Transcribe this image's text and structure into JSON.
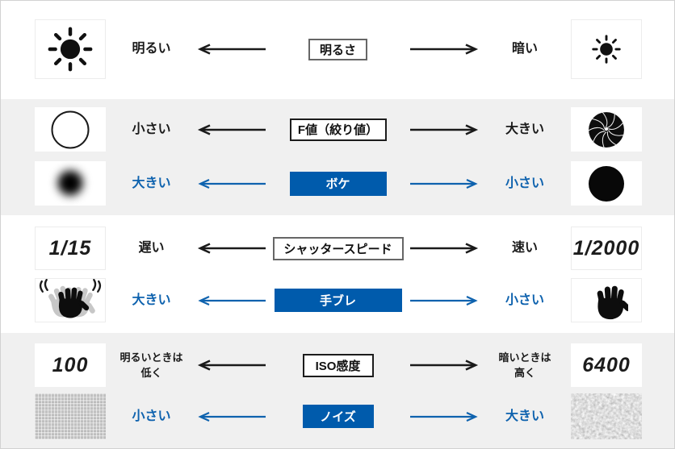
{
  "colors": {
    "accent_blue_box": "#005BAC",
    "blue_arrow_text": "#0E62AE",
    "band_gray": "#F0F0F0",
    "black": "#1A1A1A"
  },
  "rows": [
    {
      "topic": "明るさ",
      "left_term": "明るい",
      "right_term": "暗い",
      "left_icon": "sun-large-icon",
      "right_icon": "sun-small-icon"
    },
    {
      "topic": "F値（絞り値）",
      "left_term": "小さい",
      "right_term": "大きい",
      "left_icon": "open-circle-icon",
      "right_icon": "aperture-blades-icon",
      "sub": {
        "topic": "ボケ",
        "left_term": "大きい",
        "right_term": "小さい",
        "left_icon": "blur-circle-icon",
        "right_icon": "solid-circle-icon"
      }
    },
    {
      "topic": "シャッタースピード",
      "left_term": "遅い",
      "right_term": "速い",
      "left_value": "1/15",
      "right_value": "1/2000",
      "sub": {
        "topic": "手ブレ",
        "left_term": "大きい",
        "right_term": "小さい",
        "left_icon": "shaking-hand-icon",
        "right_icon": "steady-hand-icon"
      }
    },
    {
      "topic": "ISO感度",
      "left_term_lines": [
        "明るいときは",
        "低く"
      ],
      "right_term_lines": [
        "暗いときは",
        "高く"
      ],
      "left_value": "100",
      "right_value": "6400",
      "left_icon": "fine-noise-texture",
      "right_icon": "coarse-noise-texture",
      "sub": {
        "topic": "ノイズ",
        "left_term": "小さい",
        "right_term": "大きい"
      }
    }
  ]
}
